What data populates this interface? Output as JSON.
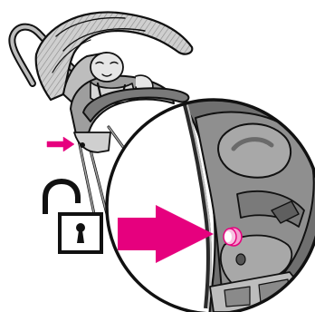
{
  "figure": {
    "kind": "instruction-illustration",
    "subject": "stroller-with-infant-seat",
    "callout": "magnified-release-button",
    "state_icon": "unlocked-padlock-icon",
    "colors": {
      "accent_magenta": "#e6007e",
      "line": "#111111",
      "shade_dark": "#6f6f6f",
      "shade_mid": "#a8a8a8",
      "shade_light": "#d2d2d2",
      "background": "#ffffff"
    }
  }
}
